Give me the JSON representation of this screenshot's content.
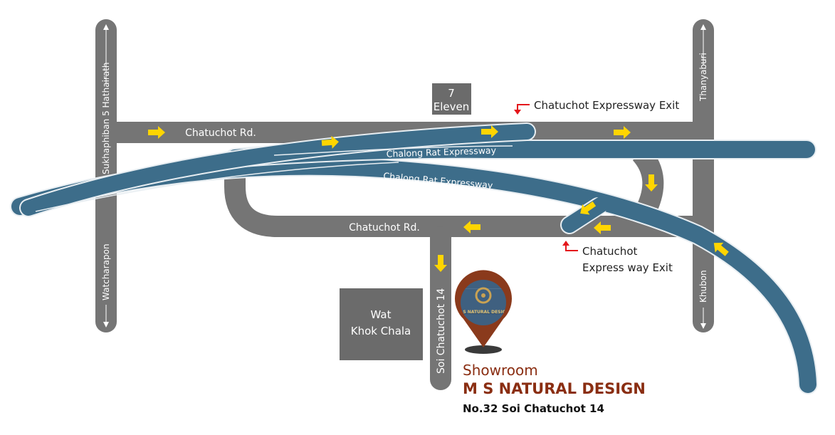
{
  "colors": {
    "road": "#757575",
    "road_edge": "#cfcfcf",
    "expressway": "#3d6d8a",
    "expressway_edge": "#e8eef2",
    "arrow": "#ffd500",
    "exit_marker": "#e4161b",
    "brand": "#8a2e12",
    "pin": "#8a3a1c",
    "pin_inner": "#3f6080",
    "landmark": "#6b6b6b"
  },
  "roads": {
    "left_top": "Sukhaphiban 5  Hathairath",
    "left_bottom": "Watcharapon",
    "right_top": "Thanyaburi",
    "right_bottom": "Khubon",
    "top_road": "Chatuchot Rd.",
    "bottom_road": "Chatuchot Rd.",
    "soi": "Soi Chatuchot 14"
  },
  "expressways": {
    "upper": "Chalong Rat Expressway",
    "lower": "Chalong Rat Expressway"
  },
  "landmarks": {
    "seven_eleven_line1": "7",
    "seven_eleven_line2": "Eleven",
    "wat_line1": "Wat",
    "wat_line2": "Khok Chala"
  },
  "exits": {
    "top": "Chatuchot Expressway Exit",
    "bottom_line1": "Chatuchot",
    "bottom_line2": "Express way Exit"
  },
  "pin": {
    "sign_text": "M S NATURAL DESIGN"
  },
  "destination": {
    "label": "Showroom",
    "name": "M S NATURAL DESIGN",
    "address": "No.32 Soi Chatuchot 14"
  }
}
